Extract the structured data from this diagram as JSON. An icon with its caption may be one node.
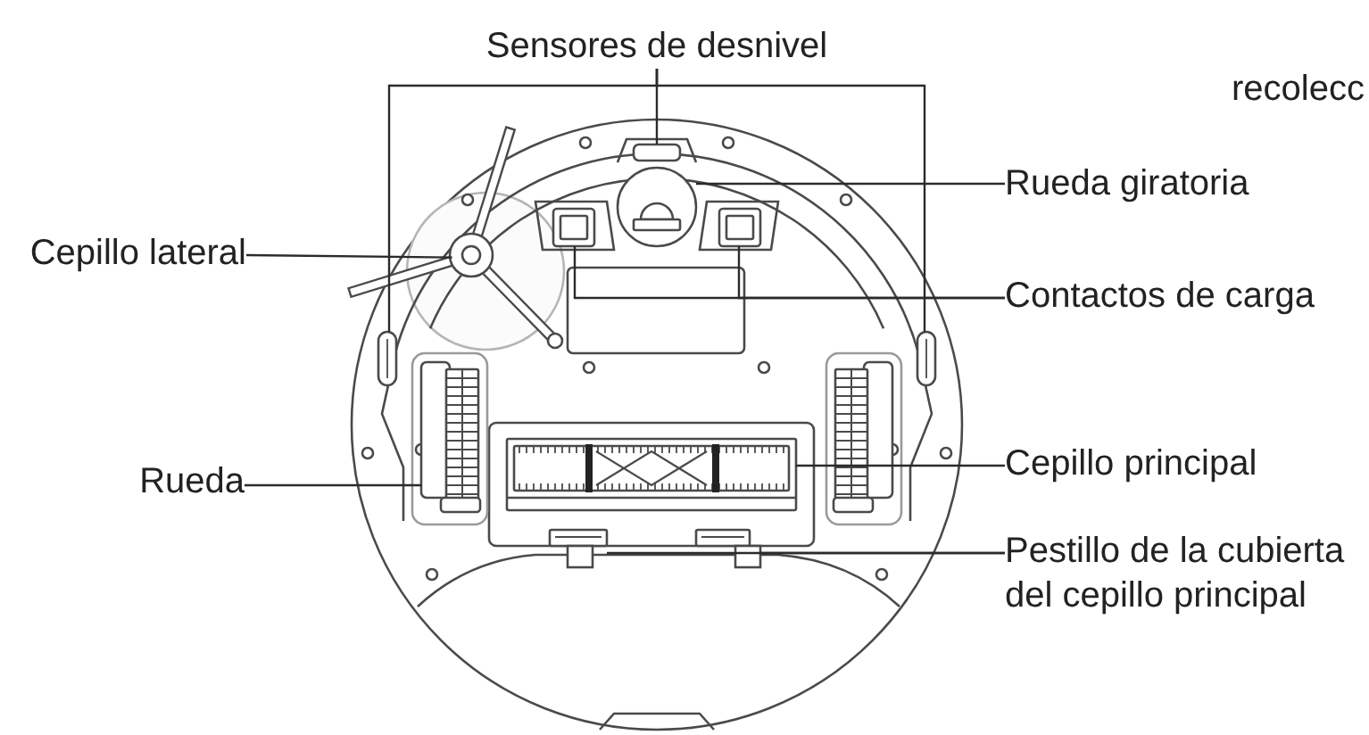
{
  "diagram": {
    "nodes": [
      {
        "text": [
          "Sensores de desnivel"
        ]
      },
      {
        "text": [],
        "shape": "box"
      },
      {
        "text": [],
        "shape": "box"
      },
      {
        "text": [],
        "shape": "box"
      },
      {
        "text": [
          "Rueda giratoria"
        ]
      },
      {
        "text": [],
        "shape": "circle"
      },
      {
        "text": [
          "Cepillo lateral"
        ]
      },
      {
        "text": [],
        "shape": "picture"
      },
      {
        "text": [
          "Contactos de carga"
        ]
      },
      {
        "text": [],
        "shape": "box"
      },
      {
        "text": [],
        "shape": "box"
      },
      {
        "text": [
          "Cepillo principal"
        ]
      },
      {
        "text": [],
        "shape": "picture"
      },
      {
        "text": [
          "Rueda"
        ]
      },
      {
        "text": [],
        "shape": "picture"
      },
      {
        "text": [
          "Pestillo de la cubierta del cepillo principal"
        ]
      },
      {
        "text": [],
        "shape": "box"
      },
      {
        "text": [],
        "shape": "box"
      },
      {
        "text": [],
        "shape": "picture"
      }
    ],
    "edges": [
      {
        "from": 0,
        "to": 1,
        "arrow": "none"
      },
      {
        "from": 0,
        "to": 2,
        "arrow": "none"
      },
      {
        "from": 0,
        "to": 3,
        "arrow": "none"
      },
      {
        "from": 4,
        "to": 5,
        "arrow": "none"
      },
      {
        "from": 6,
        "to": 7,
        "arrow": "none"
      },
      {
        "from": 8,
        "to": 9,
        "arrow": "none"
      },
      {
        "from": 8,
        "to": 10,
        "arrow": "none"
      },
      {
        "from": 11,
        "to": 12,
        "arrow": "none"
      },
      {
        "from": 13,
        "to": 14,
        "arrow": "none"
      },
      {
        "from": 15,
        "to": 16,
        "arrow": "none"
      },
      {
        "from": 15,
        "to": 17,
        "arrow": "none"
      }
    ],
    "labels": [
      "recolecc"
    ]
  }
}
